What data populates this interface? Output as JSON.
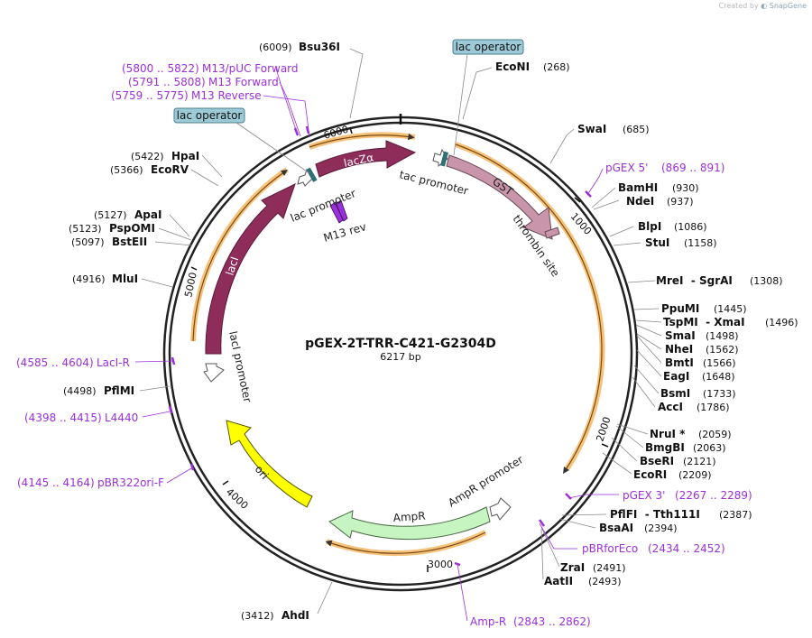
{
  "credit": {
    "prefix": "Created by",
    "brand": "SnapGene"
  },
  "plasmid": {
    "name": "pGEX-2T-TRR-C421-G2304D",
    "size_label": "6217 bp"
  },
  "colors": {
    "backbone": "#222222",
    "primer": "#9b30d9",
    "orf_highlight": "#f0a43c",
    "lac_orf": "#8e2c5a",
    "gst": "#c995aa",
    "ampr": "#c7f5c2",
    "ori": "#ffff00",
    "operator": "#2e6e76",
    "callout_bg": "#9ccbd7"
  },
  "ticks": [
    "1000",
    "2000",
    "3000",
    "4000",
    "5000",
    "6000"
  ],
  "callouts": [
    "lac operator",
    "lac operator"
  ],
  "features": {
    "gst": "GST",
    "thrombin": "thrombin site",
    "tac_promoter": "tac promoter",
    "lacza": "lacZα",
    "lac_promoter_top": "lac promoter",
    "m13rev": "M13 rev",
    "laci": "lacI",
    "laci_promoter": "lacI promoter",
    "ori": "ori",
    "ampr": "AmpR",
    "ampr_promoter": "AmpR promoter"
  },
  "sites": [
    {
      "name": "Bsu36I",
      "pos": "(6009)"
    },
    {
      "name": "EcoNI",
      "pos": "(268)"
    },
    {
      "name": "SwaI",
      "pos": "(685)"
    },
    {
      "name": "BamHI",
      "pos": "(930)"
    },
    {
      "name": "NdeI",
      "pos": "(937)"
    },
    {
      "name": "BlpI",
      "pos": "(1086)"
    },
    {
      "name": "StuI",
      "pos": "(1158)"
    },
    {
      "name": "MreI  - SgrAI",
      "pos": "(1308)"
    },
    {
      "name": "PpuMI",
      "pos": "(1445)"
    },
    {
      "name": "TspMI  - XmaI",
      "pos": "(1496)"
    },
    {
      "name": "SmaI",
      "pos": "(1498)"
    },
    {
      "name": "NheI",
      "pos": "(1562)"
    },
    {
      "name": "BmtI",
      "pos": "(1566)"
    },
    {
      "name": "EagI",
      "pos": "(1648)"
    },
    {
      "name": "BsmI",
      "pos": "(1733)"
    },
    {
      "name": "AccI",
      "pos": "(1786)"
    },
    {
      "name": "NruI *",
      "pos": "(2059)"
    },
    {
      "name": "BmgBI",
      "pos": "(2063)"
    },
    {
      "name": "BseRI",
      "pos": "(2121)"
    },
    {
      "name": "EcoRI",
      "pos": "(2209)"
    },
    {
      "name": "PflFI  - Tth111I",
      "pos": "(2387)"
    },
    {
      "name": "BsaAI",
      "pos": "(2394)"
    },
    {
      "name": "ZraI",
      "pos": "(2491)"
    },
    {
      "name": "AatII",
      "pos": "(2493)"
    },
    {
      "name": "AhdI",
      "pos": "(3412)"
    },
    {
      "name": "PflMI",
      "pos": "(4498)"
    },
    {
      "name": "MluI",
      "pos": "(4916)"
    },
    {
      "name": "ApaI",
      "pos": "(5127)"
    },
    {
      "name": "PspOMI",
      "pos": "(5123)"
    },
    {
      "name": "BstEII",
      "pos": "(5097)"
    },
    {
      "name": "HpaI",
      "pos": "(5422)"
    },
    {
      "name": "EcoRV",
      "pos": "(5366)"
    }
  ],
  "primers": [
    {
      "name": "M13/pUC Forward",
      "range": "(5800 .. 5822)"
    },
    {
      "name": "M13 Forward",
      "range": "(5791 .. 5808)"
    },
    {
      "name": "M13 Reverse",
      "range": "(5759 .. 5775)"
    },
    {
      "name": "pGEX 5'",
      "range": "(869 .. 891)"
    },
    {
      "name": "pGEX 3'",
      "range": "(2267 .. 2289)"
    },
    {
      "name": "pBRforEco",
      "range": "(2434 .. 2452)"
    },
    {
      "name": "Amp-R",
      "range": "(2843 .. 2862)"
    },
    {
      "name": "LacI-R",
      "range": "(4585 .. 4604)"
    },
    {
      "name": "L4440",
      "range": "(4398 .. 4415)"
    },
    {
      "name": "pBR322ori-F",
      "range": "(4145 .. 4164)"
    }
  ]
}
